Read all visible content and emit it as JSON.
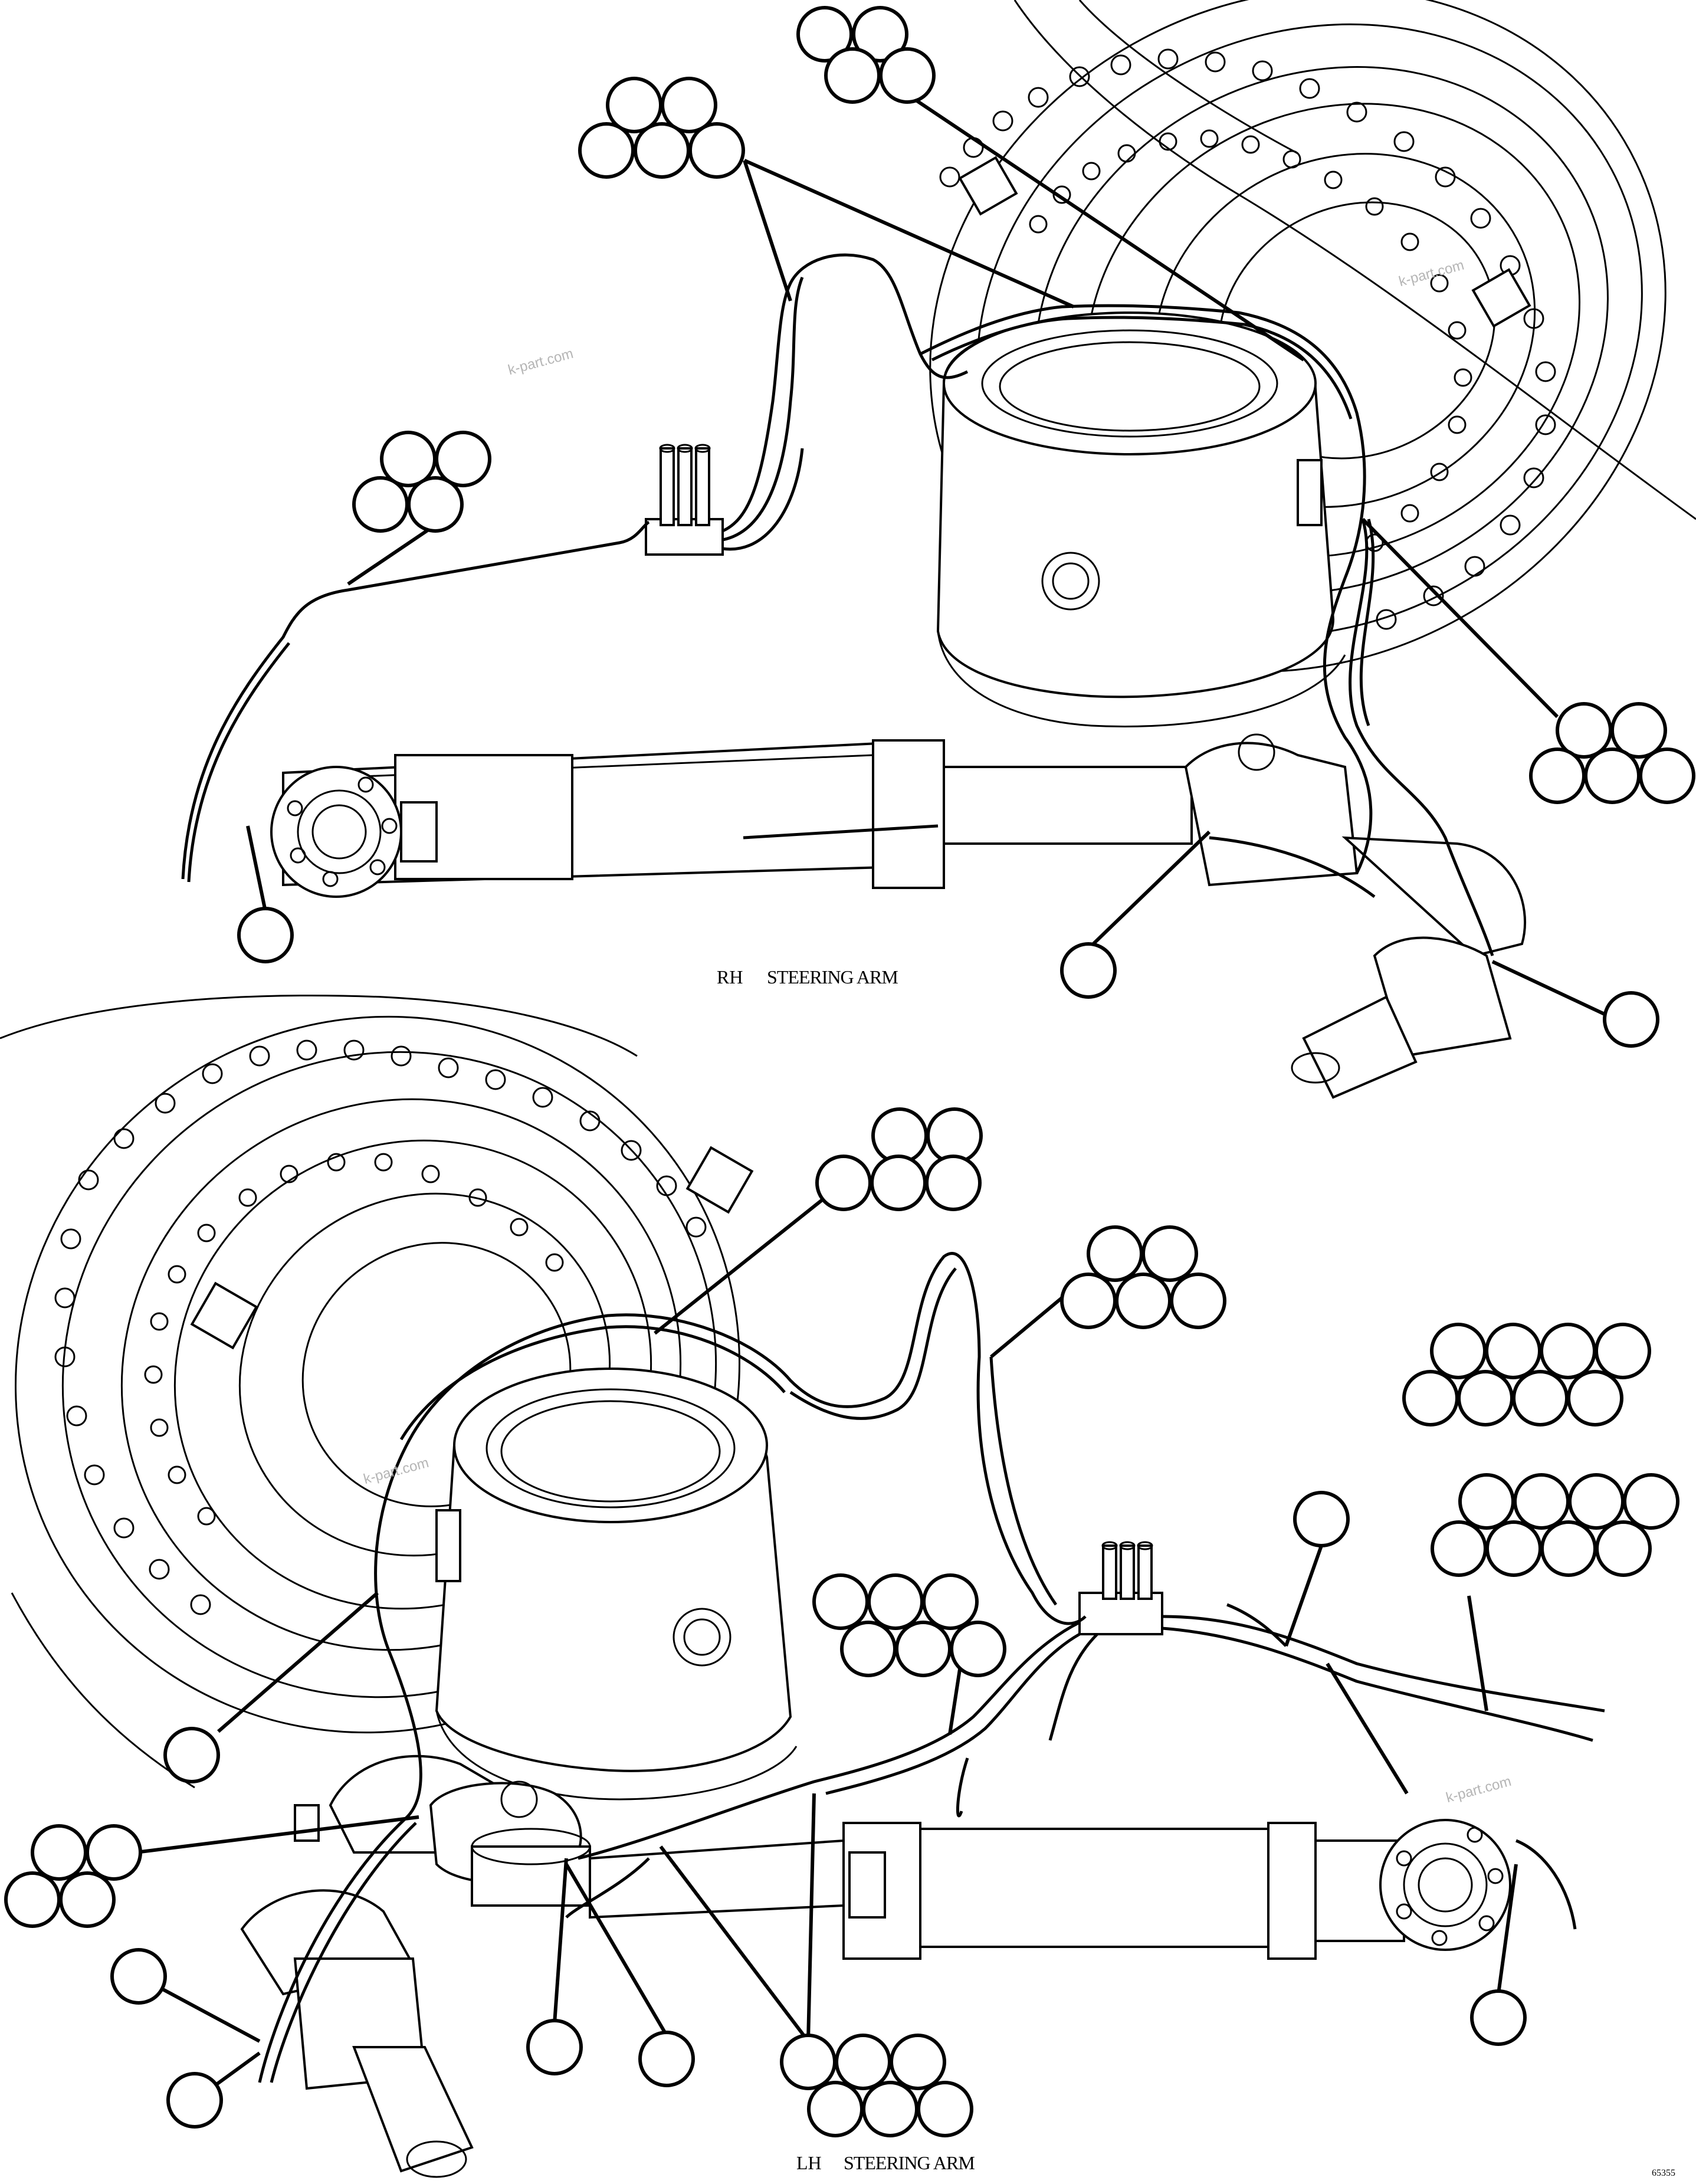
{
  "diagram": {
    "views": [
      {
        "side": "RH",
        "name": "STEERING ARM"
      },
      {
        "side": "LH",
        "name": "STEERING ARM"
      }
    ],
    "watermarks": [
      "k-part.com",
      "k-part.com",
      "k-part.com",
      "k-part.com"
    ],
    "drawing_number": "65355"
  }
}
